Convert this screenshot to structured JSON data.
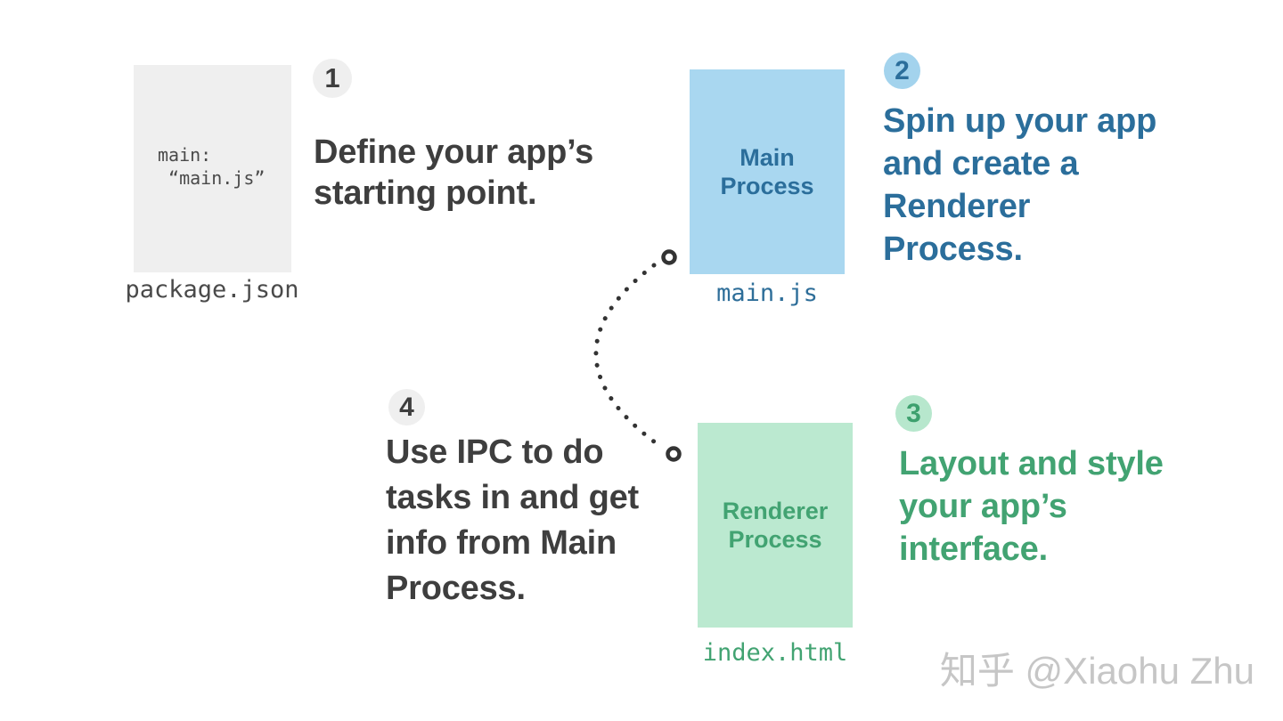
{
  "canvas": {
    "background": "#ffffff"
  },
  "colors": {
    "dark_text": "#3e3e3e",
    "gray_fill": "#efefef",
    "mono_gray_text": "#4a4a4a",
    "blue_box_fill": "#a9d7f0",
    "blue_badge_fill": "#a3d3ed",
    "blue_text": "#2b6e9b",
    "green_box_fill": "#bbe9d0",
    "green_badge_fill": "#b7e7cd",
    "green_text": "#42a372",
    "connector_color": "#333333",
    "watermark_color": "#c6c6c6"
  },
  "package_json": {
    "code": "main:\n “main.js”",
    "label": "package.json"
  },
  "main_process": {
    "box_title": "Main\nProcess",
    "label": "main.js"
  },
  "renderer_process": {
    "box_title": "Renderer\nProcess",
    "label": "index.html"
  },
  "steps": [
    {
      "number": "1",
      "text": "Define your app’s\nstarting point."
    },
    {
      "number": "2",
      "text": "Spin up your app\nand create a\nRenderer\nProcess."
    },
    {
      "number": "3",
      "text": "Layout and style\nyour app’s\ninterface."
    },
    {
      "number": "4",
      "text": "Use IPC to do\ntasks in and get\ninfo from Main\nProcess."
    }
  ],
  "watermark": {
    "text": "知乎 @Xiaohu Zhu"
  }
}
